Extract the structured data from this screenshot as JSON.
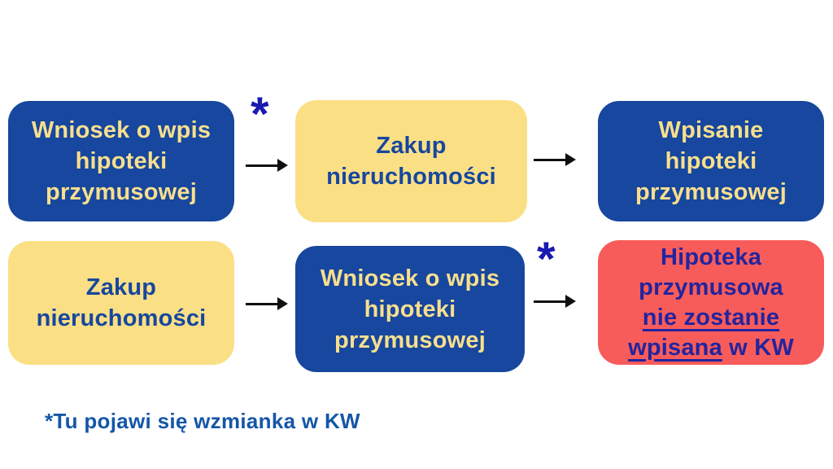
{
  "colors": {
    "background": "#FFFFFF",
    "blue_box_fill": "#17479E",
    "yellow_box_fill": "#FBDF85",
    "red_box_fill": "#F85C5A",
    "yellow_text": "#F8DF8E",
    "blue_text": "#17479E",
    "navy_text_on_red": "#23249E",
    "asterisk_color": "#1A1AB0",
    "arrow_color": "#101010",
    "footnote_color": "#1456A8"
  },
  "flow": {
    "row1": {
      "asterisk": "*",
      "steps": [
        {
          "style": "blue",
          "label": "Wniosek o wpis hipoteki przymusowej",
          "label_lines": [
            "Wniosek o wpis",
            "hipoteki",
            "przymusowej"
          ]
        },
        {
          "style": "yellow",
          "label": "Zakup nieruchomości",
          "label_lines": [
            "Zakup",
            "nieruchomości"
          ]
        },
        {
          "style": "blue",
          "label": "Wpisanie hipoteki przymusowej",
          "label_lines": [
            "Wpisanie",
            "hipoteki",
            "przymusowej"
          ]
        }
      ]
    },
    "row2": {
      "asterisk": "*",
      "steps": [
        {
          "style": "yellow",
          "label": "Zakup nieruchomości",
          "label_lines": [
            "Zakup",
            "nieruchomości"
          ]
        },
        {
          "style": "blue",
          "label": "Wniosek o wpis hipoteki przymusowej",
          "label_lines": [
            "Wniosek o wpis",
            "hipoteki",
            "przymusowej"
          ]
        },
        {
          "style": "red",
          "label": "Hipoteka przymusowa nie zostanie wpisana w KW",
          "label_lines": [
            "Hipoteka",
            "przymusowa",
            "nie zostanie",
            "wpisana",
            " w KW"
          ],
          "underlined_segment_indexes": [
            2,
            3
          ]
        }
      ]
    }
  },
  "footnote": "*Tu pojawi się wzmianka w KW"
}
